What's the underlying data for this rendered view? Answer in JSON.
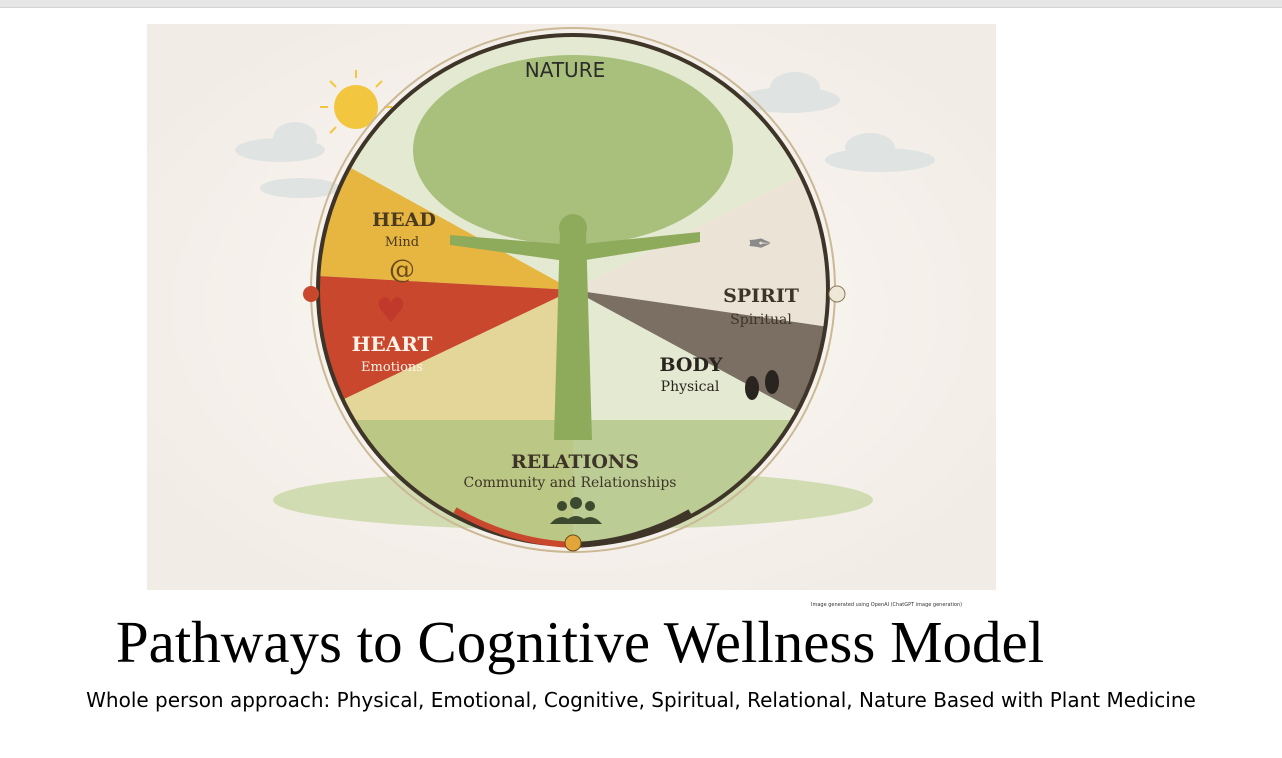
{
  "illustration": {
    "nature_label": "NATURE",
    "head": {
      "title": "HEAD",
      "sub": "Mind"
    },
    "heart": {
      "title": "HEART",
      "sub": "Emotions"
    },
    "spirit": {
      "title": "SPIRIT",
      "sub": "Spiritual"
    },
    "body": {
      "title": "BODY",
      "sub": "Physical"
    },
    "relations": {
      "title": "RELATIONS",
      "sub": "Community and Relationships"
    },
    "colors": {
      "head": "#e7b640",
      "heart": "#c9472c",
      "spirit": "#ebe4d6",
      "body": "#6e6458",
      "relations": "#a9c07a",
      "nature": "#e4ead2"
    }
  },
  "credit": "Image generated using OpenAI (ChatGPT image generation)",
  "title": "Pathways to Cognitive Wellness Model",
  "subtitle": "Whole person approach: Physical, Emotional, Cognitive, Spiritual, Relational, Nature Based with Plant Medicine"
}
